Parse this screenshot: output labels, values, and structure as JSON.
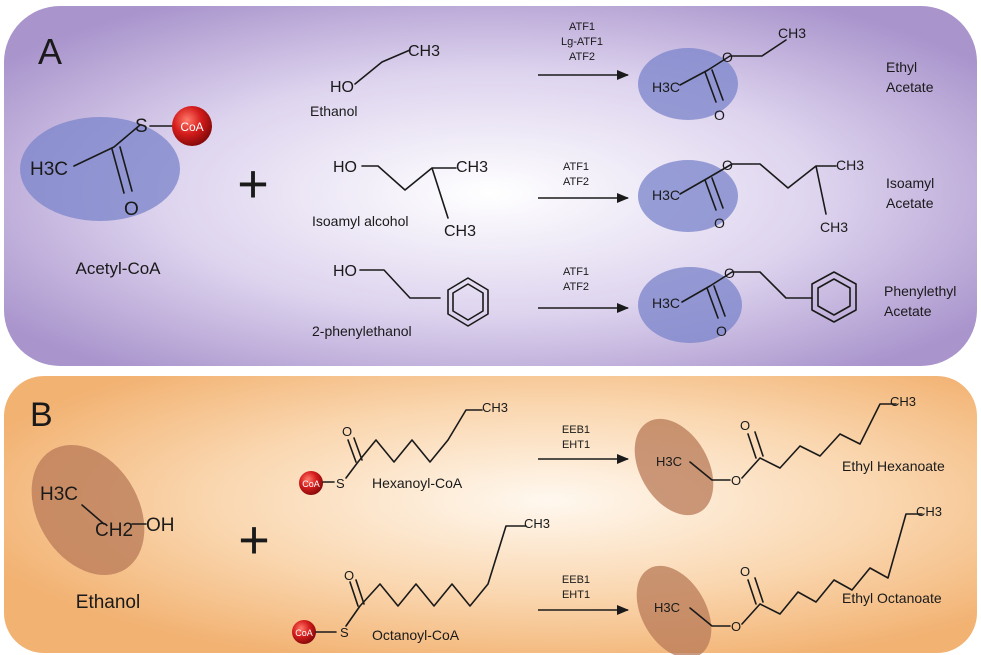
{
  "panel_a": {
    "label": "A",
    "donor": {
      "name": "Acetyl-CoA",
      "methyl": "H3C",
      "sulfur": "S",
      "oxygen": "O",
      "coa": "CoA"
    },
    "plus": "+",
    "rows": [
      {
        "alcohol": "Ethanol",
        "alcohol_hydroxyl": "HO",
        "alcohol_groups": [
          "CH3"
        ],
        "enzymes": [
          "ATF1",
          "Lg-ATF1",
          "ATF2"
        ],
        "product": [
          "Ethyl",
          "Acetate"
        ],
        "product_methyl": "H3C",
        "product_oxygens": [
          "O",
          "O"
        ],
        "product_groups": [
          "CH3"
        ]
      },
      {
        "alcohol": "Isoamyl alcohol",
        "alcohol_hydroxyl": "HO",
        "alcohol_groups": [
          "CH3",
          "CH3"
        ],
        "enzymes": [
          "ATF1",
          "ATF2"
        ],
        "product": [
          "Isoamyl",
          "Acetate"
        ],
        "product_methyl": "H3C",
        "product_oxygens": [
          "O",
          "O"
        ],
        "product_groups": [
          "CH3",
          "CH3"
        ]
      },
      {
        "alcohol": "2-phenylethanol",
        "alcohol_hydroxyl": "HO",
        "alcohol_groups": [],
        "enzymes": [
          "ATF1",
          "ATF2"
        ],
        "product": [
          "Phenylethyl",
          "Acetate"
        ],
        "product_methyl": "H3C",
        "product_oxygens": [
          "O",
          "O"
        ],
        "product_groups": []
      }
    ]
  },
  "panel_b": {
    "label": "B",
    "donor": {
      "name": "Ethanol",
      "methyl": "H3C",
      "methylene": "CH2",
      "hydroxyl": "OH"
    },
    "plus": "+",
    "rows": [
      {
        "acyl": "Hexanoyl-CoA",
        "acyl_coa": "CoA",
        "acyl_sulfur": "S",
        "acyl_oxygen": "O",
        "acyl_terminal": "CH3",
        "enzymes": [
          "EEB1",
          "EHT1"
        ],
        "product": "Ethyl Hexanoate",
        "product_methyl": "H3C",
        "product_oxygens": [
          "O",
          "O"
        ],
        "product_terminal": "CH3"
      },
      {
        "acyl": "Octanoyl-CoA",
        "acyl_coa": "CoA",
        "acyl_sulfur": "S",
        "acyl_oxygen": "O",
        "acyl_terminal": "CH3",
        "enzymes": [
          "EEB1",
          "EHT1"
        ],
        "product": "Ethyl Octanoate",
        "product_methyl": "H3C",
        "product_oxygens": [
          "O",
          "O"
        ],
        "product_terminal": "CH3"
      }
    ]
  },
  "colors": {
    "panel_a_center": "#ffffff",
    "panel_a_edge": "#a994cc",
    "panel_b_center": "#fff6ec",
    "panel_b_edge": "#f3b476",
    "blue_highlight": "#7e87cc",
    "brown_highlight": "#b87a57",
    "coa_red": "#d51c1c"
  }
}
